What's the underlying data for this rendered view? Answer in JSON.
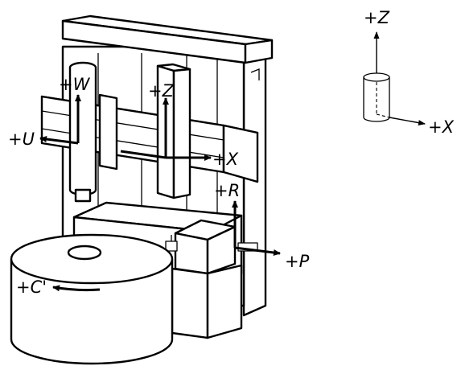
{
  "labels": {
    "w": "+W",
    "z": "+Z",
    "u": "+U",
    "x": "+X",
    "r": "+R",
    "p": "+P",
    "c": "+C'",
    "legend_z": "+Z",
    "legend_x": "+X"
  },
  "colors": {
    "stroke": "#000000",
    "background": "#ffffff"
  }
}
